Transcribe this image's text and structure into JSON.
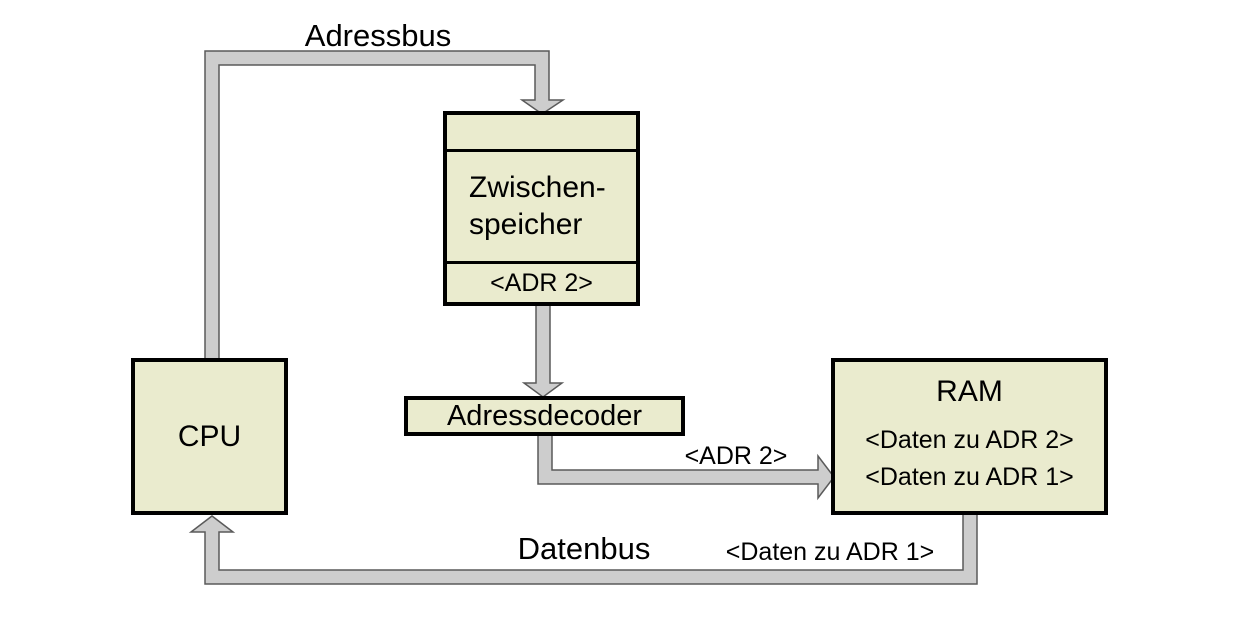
{
  "diagram": {
    "colors": {
      "background": "#ffffff",
      "box_fill": "#eaebce",
      "box_border": "#000000",
      "bus_fill": "#cdcdcd",
      "bus_outline": "#5a5a5a",
      "text": "#000000"
    },
    "nodes": {
      "cpu": {
        "label": "CPU"
      },
      "zwischenspeicher": {
        "name_line_1": "Zwischen-",
        "name_line_2": "speicher",
        "address_slot": "<ADR 2>"
      },
      "adressdecoder": {
        "label": "Adressdecoder"
      },
      "ram": {
        "label": "RAM",
        "entries": [
          "<Daten zu ADR 2>",
          "<Daten zu ADR 1>"
        ]
      }
    },
    "bus_labels": {
      "adressbus": "Adressbus",
      "datenbus": "Datenbus",
      "adr2_transfer": "<ADR 2>",
      "daten_adr1_transfer": "<Daten zu ADR 1>"
    }
  }
}
